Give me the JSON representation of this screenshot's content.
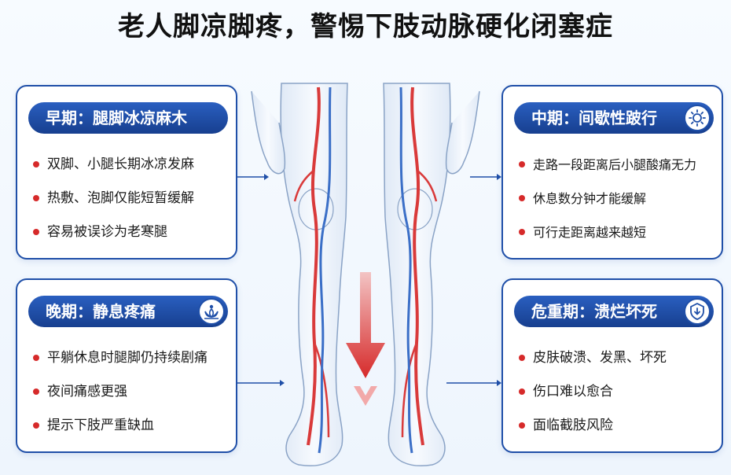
{
  "title": "老人脚凉脚疼，警惕下肢动脉硬化闭塞症",
  "colors": {
    "navy": "#1f4fa8",
    "red": "#d62a2a",
    "artery": "#d93a3a",
    "vein": "#3b6fc7"
  },
  "stages": {
    "early": {
      "label": "早期：腿脚冰凉麻木",
      "items": [
        "双脚、小腿长期冰凉发麻",
        "热敷、泡脚仅能短暂缓解",
        "容易被误诊为老寒腿"
      ]
    },
    "middle": {
      "label": "中期：间歇性跛行",
      "icon": "sun-icon",
      "items": [
        "走路一段距离后小腿酸痛无力",
        "休息数分钟才能缓解",
        "可行走距离越来越短"
      ]
    },
    "late": {
      "label": "晚期：静息疼痛",
      "icon": "lotus-icon",
      "items": [
        "平躺休息时腿脚仍持续剧痛",
        "夜间痛感更强",
        "提示下肢严重缺血"
      ]
    },
    "critical": {
      "label": "危重期：溃烂坏死",
      "icon": "shield-icon",
      "items": [
        "皮肤破溃、发黑、坏死",
        "伤口难以愈合",
        "面临截肢风险"
      ]
    }
  }
}
